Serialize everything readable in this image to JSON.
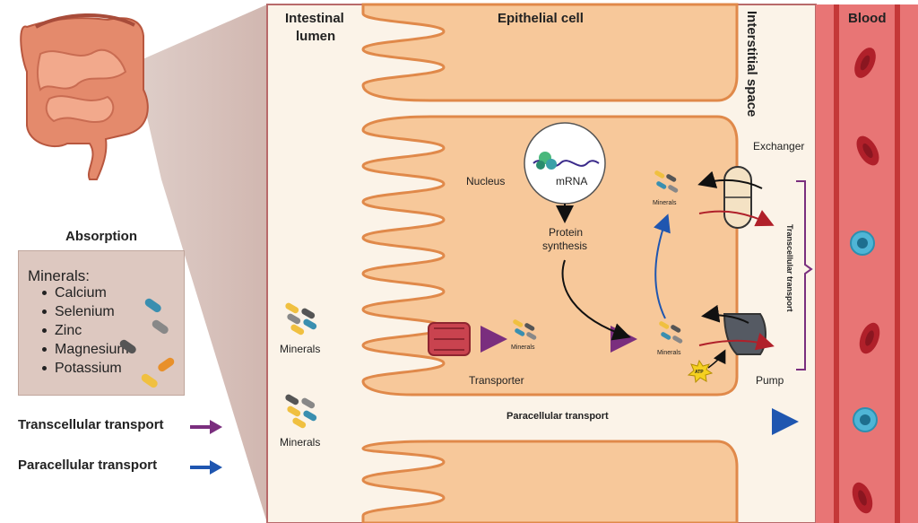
{
  "labels": {
    "intestinal_lumen_1": "Intestinal",
    "intestinal_lumen_2": "lumen",
    "epithelial_cell": "Epithelial cell",
    "interstitial_space": "Interstitial space",
    "blood": "Blood",
    "nucleus": "Nucleus",
    "mrna": "mRNA",
    "protein_synthesis_1": "Protein",
    "protein_synthesis_2": "synthesis",
    "minerals_upper_inlet": "Minerals",
    "minerals_lower_inlet": "Minerals",
    "minerals_in_cell": "Minerals",
    "minerals_near_pump": "Minerals",
    "minerals_near_exchanger": "Minerals",
    "transporter": "Transporter",
    "exchanger": "Exchanger",
    "pump": "Pump",
    "atp": "ATP",
    "paracellular_transport": "Paracellular transport",
    "transcellular_bracket": "Transcellular transport"
  },
  "legend": {
    "title": "Absorption",
    "heading": "Minerals:",
    "items": [
      "Calcium",
      "Selenium",
      "Zinc",
      "Magnesium",
      "Potassium"
    ]
  },
  "key": {
    "transcellular": "Transcellular transport",
    "paracellular": "Paracellular transport"
  },
  "colors": {
    "cell": "#f7c89a",
    "cell_border": "#e0894a",
    "lumen": "#fbf3e8",
    "blood": "#e87575",
    "blood_wall": "#c43838",
    "transcellular": "#7a2e7e",
    "paracellular": "#1f56b0",
    "pump": "#555a63",
    "transporter": "#c9434f"
  }
}
